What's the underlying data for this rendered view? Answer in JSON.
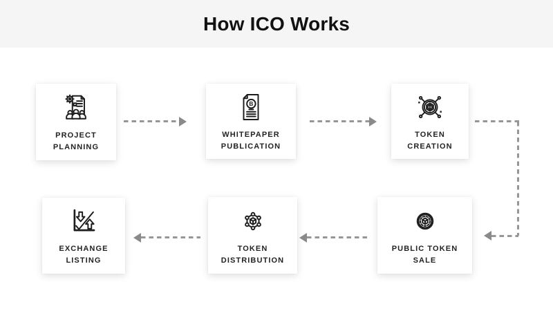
{
  "header": {
    "title": "How ICO Works"
  },
  "flow": {
    "steps": [
      {
        "name": "Project Planning",
        "label_line1": "PROJECT",
        "label_line2": "PLANNING",
        "icon": "team-planning-document-gear-icon"
      },
      {
        "name": "Whitepaper Publication",
        "label_line1": "WHITEPAPER",
        "label_line2": "PUBLICATION",
        "icon": "bitcoin-whitepaper-document-icon"
      },
      {
        "name": "Token Creation",
        "label_line1": "TOKEN",
        "label_line2": "CREATION",
        "icon": "token-circuit-icon"
      },
      {
        "name": "Public Token Sale",
        "label_line1": "PUBLIC TOKEN",
        "label_line2": "SALE",
        "icon": "coin-cube-icon"
      },
      {
        "name": "Token Distribution",
        "label_line1": "TOKEN",
        "label_line2": "DISTRIBUTION",
        "icon": "network-cube-icon"
      },
      {
        "name": "Exchange Listing",
        "label_line1": "EXCHANGE",
        "label_line2": "LISTING",
        "icon": "chart-arrows-icon"
      }
    ],
    "connections": [
      {
        "from": "Project Planning",
        "to": "Whitepaper Publication"
      },
      {
        "from": "Whitepaper Publication",
        "to": "Token Creation"
      },
      {
        "from": "Token Creation",
        "to": "Public Token Sale"
      },
      {
        "from": "Public Token Sale",
        "to": "Token Distribution"
      },
      {
        "from": "Token Distribution",
        "to": "Exchange Listing"
      }
    ],
    "arrow_style": "dashed",
    "arrow_color": "#969696",
    "arrowhead_color": "#8a8a8a"
  },
  "colors": {
    "header_background": "#f5f5f6",
    "page_background": "#ffffff",
    "card_background": "#ffffff",
    "icon_stroke": "#1d1d1d",
    "label_color": "#232323",
    "title_color": "#111111"
  }
}
